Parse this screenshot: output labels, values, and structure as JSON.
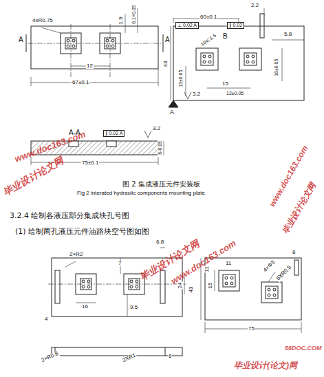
{
  "diagram": {
    "caption": "图 2 集成液压元件安装板",
    "labels": [
      "A",
      "A",
      "4xR0.75",
      "1.9",
      "6.1+0.05",
      "12",
      "67±0.1",
      "2.2",
      "⊥ 0.02 A",
      "60±0.1",
      "∥ 0.02",
      "B",
      "5.8",
      "10x□1.5",
      "43",
      "13±0.05",
      "15",
      "12±0.05",
      "16±0.05",
      "A",
      "3.2",
      "A-A",
      "∥ 0.02 A",
      "3.2",
      "75±0.1",
      "6-0.05",
      "Fig 2    interated hydraulic components mounting plate",
      "3.2.4  绘制各液压部分集成块孔号图",
      "(1)  绘制两孔液压元件油路块空号图如图",
      "2×R2",
      "6.8",
      "7",
      "24",
      "4",
      "16",
      "9.5",
      "2×R0.8",
      "2XR1",
      "6",
      "43",
      "11",
      "11",
      "15",
      "4×Φ3",
      "6XR0.5",
      "8",
      "75",
      "www.doc163.com",
      "毕业设计论文网",
      "www.doc163.com",
      "毕业设计论文网",
      "毕业设计论文网",
      "www.doc163.com",
      "56DOC.COM",
      "毕业设计(论文)网"
    ]
  }
}
